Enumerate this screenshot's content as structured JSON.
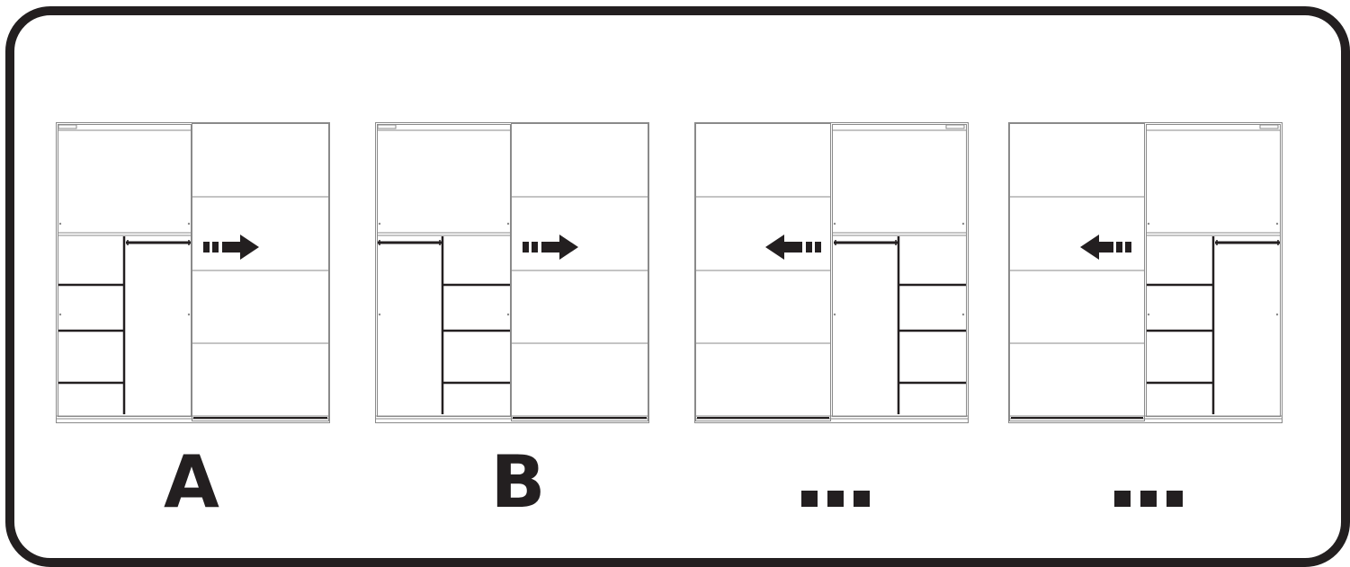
{
  "labels": {
    "a": "A",
    "b": "B"
  },
  "colors": {
    "ink": "#231f20",
    "line": "#8a8a8a"
  },
  "panels": [
    {
      "name": "wardrobe-a",
      "label": "A",
      "open_door_side": "right",
      "arrow": "right"
    },
    {
      "name": "wardrobe-b",
      "label": "B",
      "open_door_side": "right",
      "arrow": "right"
    },
    {
      "name": "wardrobe-c",
      "label": "",
      "open_door_side": "left",
      "arrow": "left"
    },
    {
      "name": "wardrobe-d",
      "label": "",
      "open_door_side": "left",
      "arrow": "left"
    }
  ]
}
